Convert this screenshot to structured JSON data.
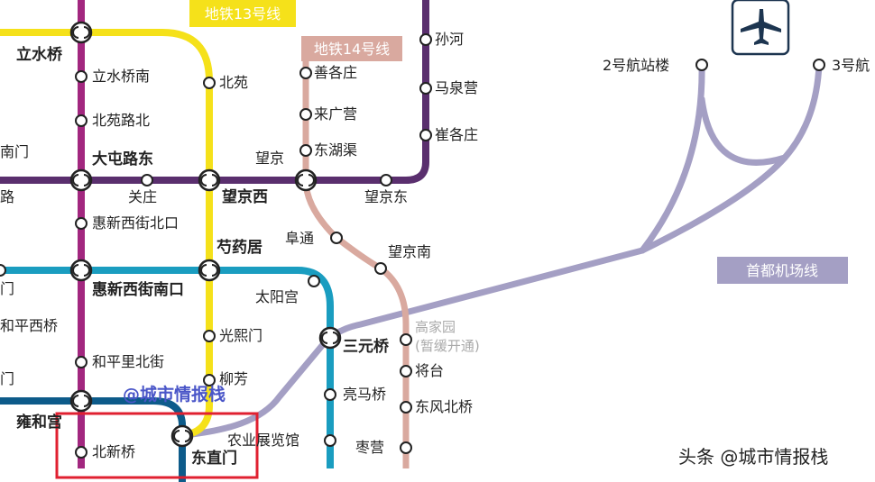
{
  "colors": {
    "line10": "#5a2f6e",
    "line13": "#f5e11a",
    "line14": "#d9a99f",
    "line5": "#a2277f",
    "line12": "#1a9dc0",
    "line2": "#0d5b8a",
    "airport": "#a49fc4",
    "highlight": "#e02030",
    "watermark": "#4a56c8"
  },
  "badges": {
    "line13": "地铁13号线",
    "line14": "地铁14号线",
    "airport": "首都机场线"
  },
  "icons": {
    "airport": "airplane-icon",
    "transfer": "transfer-icon"
  },
  "stations": {
    "lishuiqiao": "立水桥",
    "lishuiqiaonan": "立水桥南",
    "beiyuanlubei": "北苑路北",
    "datunludong": "大屯路东",
    "huixinxijiebeikou": "惠新西街北口",
    "huixinxijienankou": "惠新西街南口",
    "hepinglibeijie": "和平里北街",
    "yonghegong": "雍和宫",
    "beixinqiao": "北新桥",
    "dongzhimen": "东直门",
    "beiyuan": "北苑",
    "wangjingxi": "望京西",
    "shaoyaoju": "芍药居",
    "guangximen": "光熙门",
    "liufang": "柳芳",
    "guanzhuang": "关庄",
    "wangjing": "望京",
    "wangjingdong": "望京东",
    "sunhe": "孙河",
    "maquanying": "马泉营",
    "cuigezhuang": "崔各庄",
    "shangezhuang": "善各庄",
    "laiguangying": "来广营",
    "donghuqu": "东湖渠",
    "futong": "阜通",
    "wangjingnan": "望京南",
    "gaojiayuan": "高家园",
    "gaojiayuan_note": "(暂缓开通)",
    "jiangtai": "将台",
    "dongfengbeiqiao": "东风北桥",
    "zaoying": "枣营",
    "taiyanggong": "太阳宫",
    "sanyuanqiao": "三元桥",
    "liangmaqiao": "亮马桥",
    "nongyezhanlanguan": "农业展览馆",
    "terminal2": "2号航站楼",
    "terminal3": "3号航",
    "nanmen_left": "南门",
    "lu_left": "路",
    "men_left1": "门",
    "hepingxiqiao_left": "和平西桥",
    "men_left2": "门"
  },
  "watermark": "@城市情报栈",
  "credit": "头条 @城市情报栈"
}
